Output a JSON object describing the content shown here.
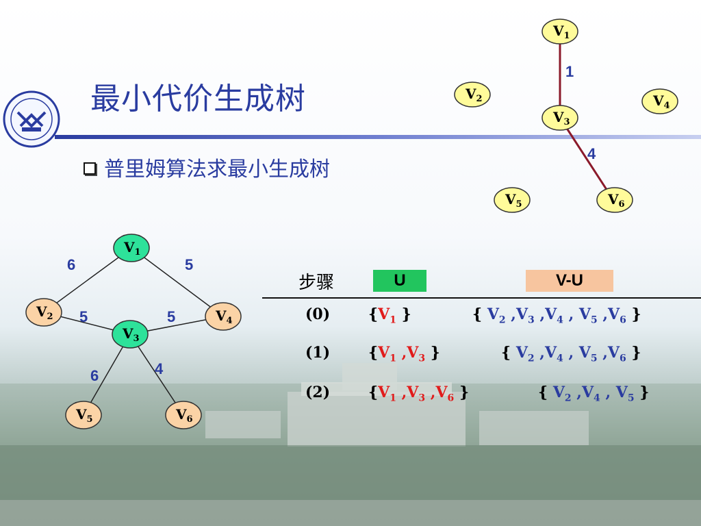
{
  "slide": {
    "title": "最小代价生成树",
    "subtitle": "普里姆算法求最小生成树",
    "colors": {
      "title": "#2a3ca0",
      "highlight": "#e11b1b",
      "u_box": "#22c55e",
      "vu_box": "#f7c59f",
      "tree_node": "#fffb9a",
      "graph_node_v1_v3": "#2ee29a",
      "graph_node_other": "#fbd3a6"
    }
  },
  "graph": {
    "nodes": [
      "V1",
      "V2",
      "V3",
      "V4",
      "V5",
      "V6"
    ],
    "edges": [
      {
        "from": "V1",
        "to": "V2",
        "weight": "6"
      },
      {
        "from": "V1",
        "to": "V4",
        "weight": "5"
      },
      {
        "from": "V2",
        "to": "V3",
        "weight": "5"
      },
      {
        "from": "V3",
        "to": "V4",
        "weight": "5"
      },
      {
        "from": "V3",
        "to": "V5",
        "weight": "6"
      },
      {
        "from": "V3",
        "to": "V6",
        "weight": "4"
      }
    ]
  },
  "tree": {
    "edges": [
      {
        "from": "V1",
        "to": "V3",
        "weight": "1"
      },
      {
        "from": "V3",
        "to": "V6",
        "weight": "4"
      }
    ]
  },
  "table": {
    "header_step": "步骤",
    "header_u": "U",
    "header_vu": "V-U",
    "rows": [
      {
        "step": "(0)",
        "u": [
          "V1"
        ],
        "vu": [
          "V2",
          "V3",
          "V4",
          "V5",
          "V6"
        ]
      },
      {
        "step": "(1)",
        "u": [
          "V1",
          "V3"
        ],
        "vu": [
          "V2",
          "V4",
          "V5",
          "V6"
        ]
      },
      {
        "step": "(2)",
        "u": [
          "V1",
          "V3",
          "V6"
        ],
        "vu": [
          "V2",
          "V4",
          "V5"
        ]
      }
    ]
  }
}
